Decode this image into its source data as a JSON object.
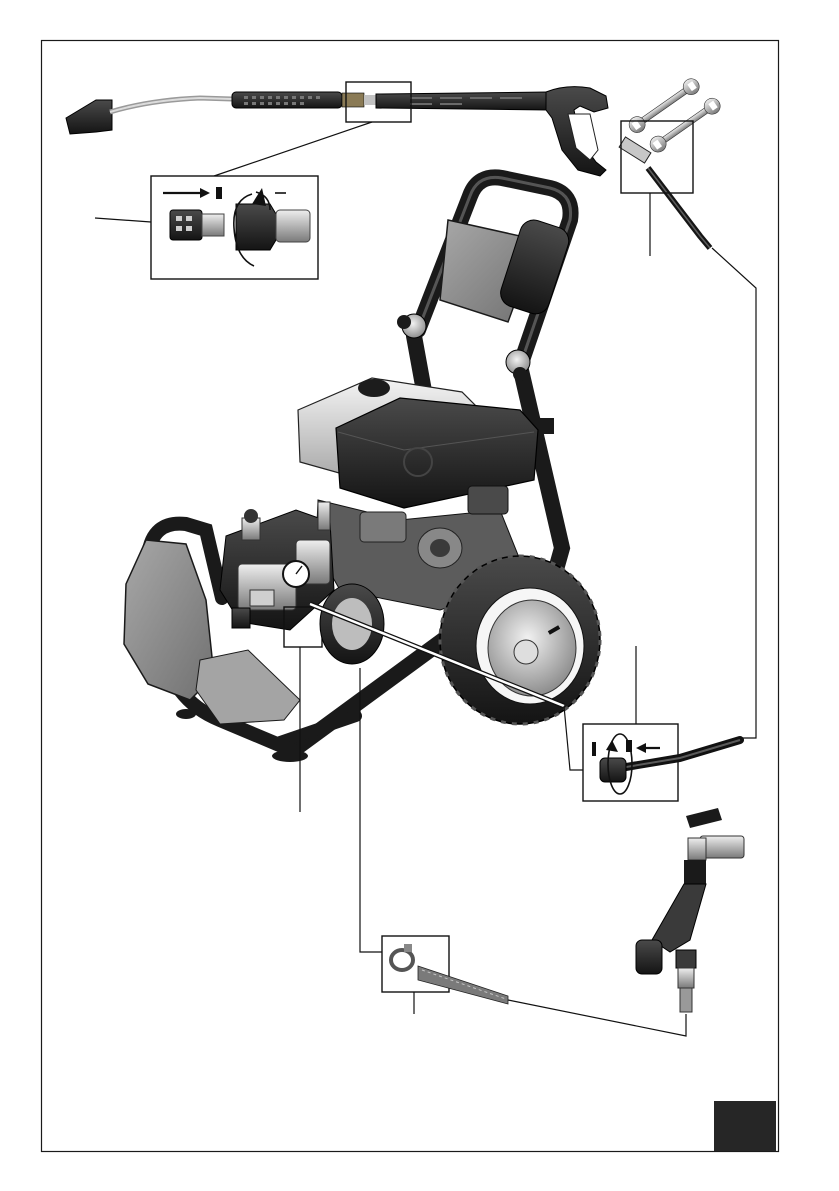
{
  "page": {
    "tab_label": "",
    "colors": {
      "frame": "#1a1a1a",
      "metal_light": "#c9c9c9",
      "metal_mid": "#9a9a9a",
      "plastic_dark": "#1e1e1e",
      "panel_grey": "#8d8d8d",
      "page_tab": "#262626"
    }
  },
  "figure": {
    "subject": "pressure-washer-assembly",
    "callouts": [
      {
        "name": "lance-nozzle-connection-detail",
        "icon": "push-and-twist-arrows"
      },
      {
        "name": "gun-hose-connection-detail",
        "icon": "spanner-icons"
      },
      {
        "name": "hose-pump-connection-detail",
        "icon": "push-and-twist-arrows"
      },
      {
        "name": "pump-outlet-detail",
        "icon": "none"
      },
      {
        "name": "water-inlet-hose-clamp-detail",
        "icon": "none"
      },
      {
        "name": "tap-filter-connection",
        "icon": "none"
      }
    ]
  }
}
